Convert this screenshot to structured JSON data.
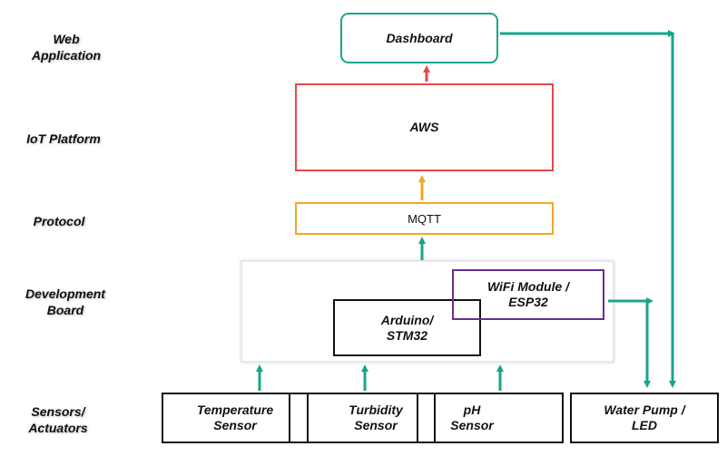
{
  "layers": {
    "web_application": "Web\nApplication",
    "iot_platform": "IoT Platform",
    "protocol": "Protocol",
    "development_board": "Development\nBoard",
    "sensors_actuators": "Sensors/\nActuators"
  },
  "nodes": {
    "dashboard": "Dashboard",
    "aws": "AWS",
    "mqtt": "MQTT",
    "wifi_module": "WiFi Module /\nESP32",
    "arduino": "Arduino/\nSTM32",
    "temperature_sensor": "Temperature\nSensor",
    "turbidity_sensor": "Turbidity\nSensor",
    "ph_sensor": "pH\nSensor",
    "water_pump": "Water Pump /\nLED"
  },
  "colors": {
    "teal": "#17a589",
    "red": "#e8474c",
    "orange": "#f5a623",
    "purple": "#6a2c91",
    "black": "#111111"
  }
}
